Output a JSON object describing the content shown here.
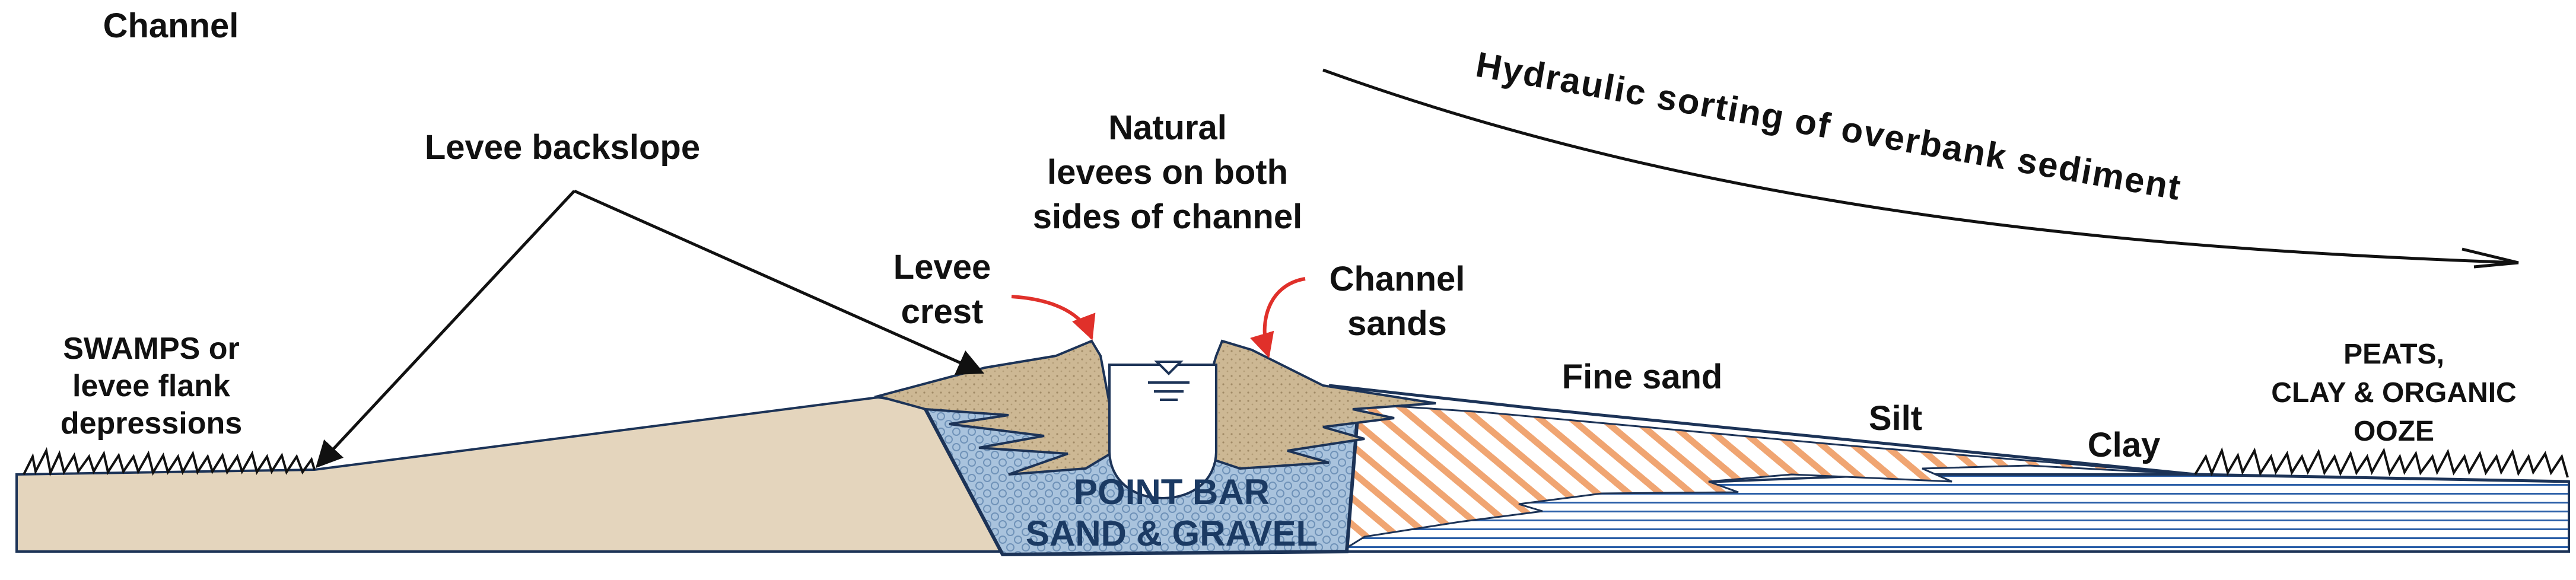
{
  "labels": {
    "channel": "Channel",
    "hydraulic_sorting": "Hydraulic sorting of overbank sediment",
    "levee_backslope": "Levee backslope",
    "natural_levees": [
      "Natural",
      "levees on both",
      "sides of channel"
    ],
    "levee_crest": [
      "Levee",
      "crest"
    ],
    "channel_sands": [
      "Channel",
      "sands"
    ],
    "swamps": [
      "SWAMPS or",
      "levee flank",
      "depressions"
    ],
    "fine_sand": "Fine sand",
    "silt": "Silt",
    "clay": "Clay",
    "peats": [
      "PEATS,",
      "CLAY & ORGANIC",
      "OOZE"
    ],
    "point_bar": [
      "POINT BAR",
      "SAND & GRAVEL"
    ]
  },
  "colors": {
    "floodplain_sand": "#e4d5bd",
    "levee_fill": "#cdb894",
    "point_bar": "#a9c3dd",
    "fine_sand_hatch": "#f0a572",
    "clay_lines": "#2b5fa8",
    "outline": "#1c3357",
    "pointer_arrow": "#e0302a"
  }
}
